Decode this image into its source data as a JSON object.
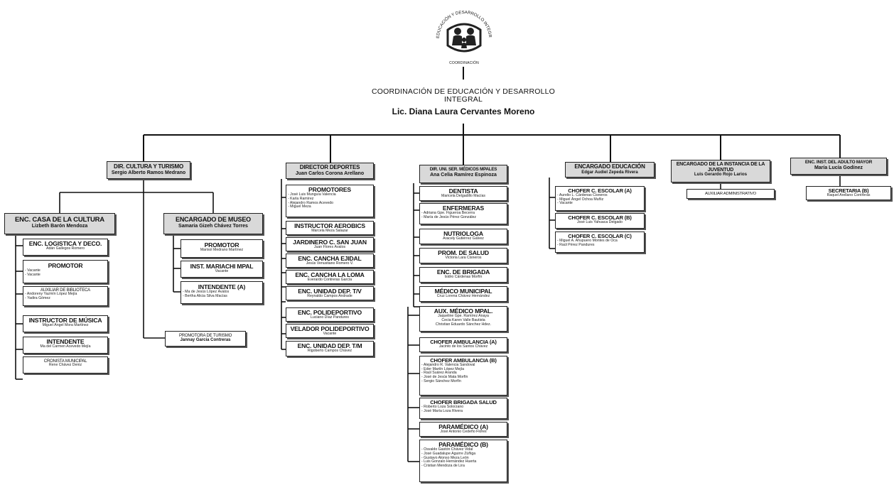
{
  "header": {
    "logo_text": "EDUCACIÓN Y DESARROLLO INTEGRAL",
    "logo_caption": "COORDINACIÓN",
    "title": "COORDINACIÓN DE EDUCACIÓN Y DESARROLLO INTEGRAL",
    "head_name": "Lic. Diana Laura Cervantes Moreno"
  },
  "cultura": {
    "dir_title": "DIR. CULTURA Y TURISMO",
    "dir_name": "Sergio Alberto Ramos Medrano",
    "casa_title": "ENC. CASA DE LA CULTURA",
    "casa_name": "Lizbeth Barón Mendoza",
    "logistica_title": "ENC. LOGISTICA Y DECO.",
    "logistica_name": "Adán Gallegos Romero",
    "promotor_title": "PROMOTOR",
    "promotor_lines": [
      "- Vacante",
      "- Vacante"
    ],
    "aux_title": "AUXILIAR DE BIBLIOTECA",
    "aux_lines": [
      "- Andoreny Yazmín López Mejía",
      "- Yadira Gómez"
    ],
    "musica_title": "INSTRUCTOR DE MÚSICA",
    "musica_name": "Miguel Ángel Mora Martínez",
    "intendente_title": "INTENDENTE",
    "intendente_name": "Ma del Carmen Acevedo Mejía",
    "cronista_title": "CRONISTA MUNICIPAL",
    "cronista_name": "Rene Chávez Deniz",
    "museo_title": "ENCARGADO DE MUSEO",
    "museo_name": "Samaria Gizeh Chávez Torres",
    "museo_promotor_title": "PROMOTOR",
    "museo_promotor_name": "Marisol Medrano Martínez",
    "mariachi_title": "INST. MARIACHI MPAL",
    "mariachi_name": "Vacante",
    "museo_int_title": "INTENDENTE (A)",
    "museo_int_lines": [
      "- Ma de Jesús López Ávalos",
      "- Bertha Alicia Silva Macías"
    ],
    "turismo_title": "PROMOTORA DE TURISMO",
    "turismo_name": "Jannay García Contreras"
  },
  "deportes": {
    "dir_title": "DIRECTOR DEPORTES",
    "dir_name": "Juan Carlos Corona Arellano",
    "promotores_title": "PROMOTORES",
    "promotores_lines": [
      "- José Luis Munguía Valencia",
      "- Karla Ramírez",
      "- Alejandro Ramos Acevedo",
      "- Miguel Meza"
    ],
    "aerobics_title": "INSTRUCTOR AEROBICS",
    "aerobics_name": "Marcela Meza Salazar",
    "jardinero_title": "JARDINERO C. SAN JUAN",
    "jardinero_name": "Juan Flores Ávalos",
    "ejidal_title": "ENC. CANCHA EJIDAL",
    "ejidal_name": "Jesús Venustiano Romero V.",
    "loma_title": "ENC. CANCHA LA LOMA",
    "loma_name": "Everardo Contreras García",
    "tv_title": "ENC. UNIDAD DEP. T/V",
    "tv_name": "Reynaldo Campos Andrade",
    "poli_title": "ENC. POLIDEPORTIVO",
    "poli_name": "Luciano Díaz Pandures",
    "velador_title": "VELADOR POLIDEPORTIVO",
    "velador_name": "Vacante",
    "tm_title": "ENC. UNIDAD DEP. T/M",
    "tm_name": "Rigoberto Campos Chávez"
  },
  "medicos": {
    "dir_title": "DIR. UNI. SER. MÉDICOS MPALES",
    "dir_name": "Ana Celia Ramírez Espinoza",
    "dentista_title": "DENTISTA",
    "dentista_name": "Maricela Delgadillo Macías",
    "enfermeras_title": "ENFERMERAS",
    "enfermeras_lines": [
      "- Adriana Gpe. Figueroa Becerra",
      "- María de Jesús Pérez González"
    ],
    "nutriologa_title": "NUTRIOLOGA",
    "nutriologa_name": "Aracely Gutiérrez Gálvez",
    "prom_salud_title": "PROM. DE SALUD",
    "prom_salud_name": "Victoria Lara Cisneros",
    "brigada_title": "ENC. DE BRIGADA",
    "brigada_name": "Isidro Cárdenas Morfín",
    "medico_title": "MÉDICO MUNICIPAL",
    "medico_name": "Cruz Lorena Chávez Hernández",
    "aux_medico_title": "AUX. MÉDICO MPAL.",
    "aux_medico_lines": [
      "Jaqueline Gpe. Ramírez Anaya",
      "Cecia Karen Valle Bautista",
      "Christian Eduardo Sánchez Hdez."
    ],
    "amb_a_title": "CHOFER AMBULANCIA (A)",
    "amb_a_name": "Jacinto de los Santos Chávez",
    "amb_b_title": "CHOFER AMBULANCIA (B)",
    "amb_b_lines": [
      "- Alejandro R. Valencia Sandoval",
      "- Eder Martín López Mejía",
      "- Raúl Suárez Aranda",
      "- José de Jesús Mata Morfín",
      "- Sergio Sánchez Morfín"
    ],
    "chofer_brigada_title": "CHOFER BRIGADA SALUD",
    "chofer_brigada_lines": [
      "- Roberto Loza Solorzano",
      "- José María Loza Rivera"
    ],
    "param_a_title": "PARAMÉDICO (A)",
    "param_a_name": "José Antonio Cedeño Flores",
    "param_b_title": "PARAMÉDICO (B)",
    "param_b_lines": [
      "- Osvaldo Gastón Chávez Vidal",
      "- José Guadalupe Aguirre Zúñiga",
      "- Gustavo Alonso Meza León",
      "- Luis Gonzalo Hernández Huerta",
      "- Cristian Mendoza de Lira"
    ]
  },
  "educacion": {
    "enc_title": "ENCARGADO EDUCACIÓN",
    "enc_name": "Edgar Audiel Zepeda Rivera",
    "a_title": "CHOFER C. ESCOLAR (A)",
    "a_lines": [
      "- Aurelio L. Cárdenas Cisneros",
      "- Miguel Ángel Ochoa Muñiz",
      "- Vacante"
    ],
    "b_title": "CHOFER C. ESCOLAR (B)",
    "b_name": "José Luis Yahuaca Delgado",
    "c_title": "CHOFER C. ESCOLAR (C)",
    "c_lines": [
      "- Miguel A. Ahupuero Montes de Oca",
      "- Raúl Pérez Pandures"
    ]
  },
  "juventud": {
    "title": "ENCARGADO DE LA INSTANCIA DE LA JUVENTUD",
    "name": "Luis Gerardo Rojo Larios",
    "aux_title": "AUXILIAR ADMINISTRATIVO"
  },
  "adulto": {
    "title": "ENC. INST. DEL ADULTO MAYOR",
    "name": "María Lucía Godínez",
    "sec_title": "SECRETARIA (B)",
    "sec_name": "Raquel Arellano Contreras"
  }
}
